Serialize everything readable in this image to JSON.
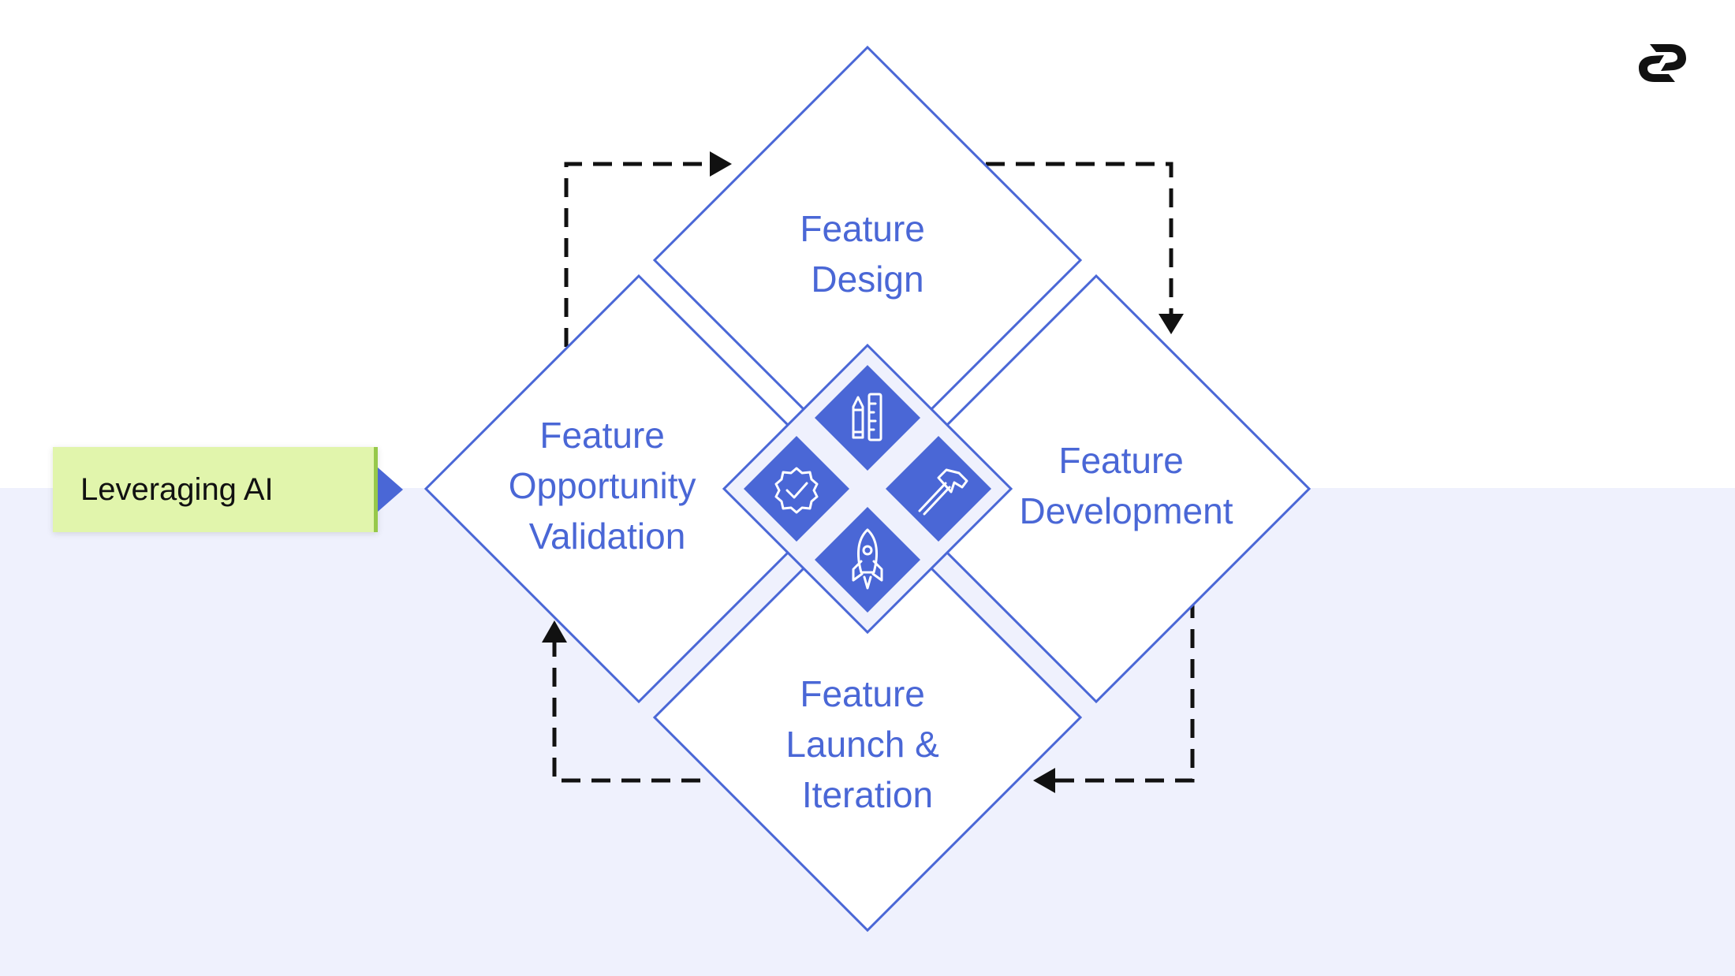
{
  "colors": {
    "accent": "#4a67d6",
    "icon_fill": "#4a67d6",
    "tag_background": "#e1f5ac",
    "lower_background": "#eff1fd",
    "arrows": "#111111"
  },
  "tag": {
    "label": "Leveraging AI"
  },
  "stages": [
    {
      "id": "design",
      "lines": [
        "Feature",
        "Design"
      ],
      "icon": "ruler-pencil-icon"
    },
    {
      "id": "development",
      "lines": [
        "Feature",
        "Development"
      ],
      "icon": "hammer-icon"
    },
    {
      "id": "launch",
      "lines": [
        "Feature",
        "Launch &",
        "Iteration"
      ],
      "icon": "rocket-icon"
    },
    {
      "id": "validation",
      "lines": [
        "Feature",
        "Opportunity",
        "Validation"
      ],
      "icon": "check-badge-icon"
    }
  ],
  "logo": {
    "icon": "brand-logo-icon"
  }
}
